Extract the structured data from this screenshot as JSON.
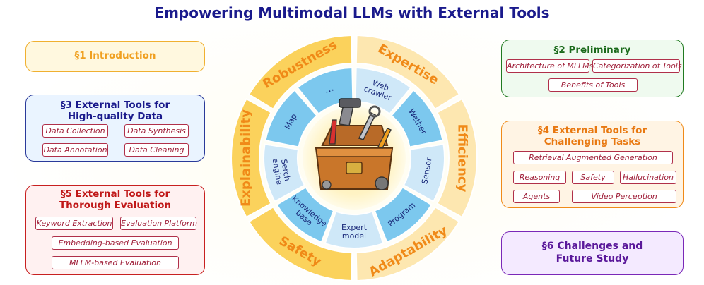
{
  "title": "Empowering Multimodal LLMs with External Tools",
  "sections": {
    "s1": {
      "title": "§1  Introduction"
    },
    "s2": {
      "title": "§2  Preliminary",
      "items": [
        "Architecture of MLLMs",
        "Categorization of Tools",
        "Benefits of Tools"
      ]
    },
    "s3": {
      "title_line1": "§3  External Tools for",
      "title_line2": "High-quality Data",
      "items": [
        "Data Collection",
        "Data Synthesis",
        "Data Annotation",
        "Data Cleaning"
      ]
    },
    "s4": {
      "title_line1": "§4  External Tools for",
      "title_line2": "Challenging Tasks",
      "items": [
        "Retrieval Augmented Generation",
        "Reasoning",
        "Safety",
        "Hallucination",
        "Agents",
        "Video Perception"
      ]
    },
    "s5": {
      "title_line1": "§5  External Tools for",
      "title_line2": "Thorough Evaluation",
      "items": [
        "Keyword Extraction",
        "Evaluation Platform",
        "Embedding-based Evaluation",
        "MLLM-based Evaluation"
      ]
    },
    "s6": {
      "title_line1": "§6  Challenges and",
      "title_line2": "Future Study"
    }
  },
  "wheel": {
    "outer": [
      "Robustness",
      "Expertise",
      "Efficiency",
      "Adaptability",
      "Safety",
      "Explainability"
    ],
    "inner": [
      "...",
      "Web crawler",
      "Wether",
      "Sensor",
      "Program",
      "Expert model",
      "Knowledge base",
      "Serch engine",
      "Map"
    ]
  },
  "colors": {
    "outer_ring": "#fbd25c",
    "inner_ring": "#7cc8ee",
    "inner_ring_light": "#cfe8f8",
    "outer_text": "#f08a18",
    "inner_text": "#1a2a7a"
  }
}
